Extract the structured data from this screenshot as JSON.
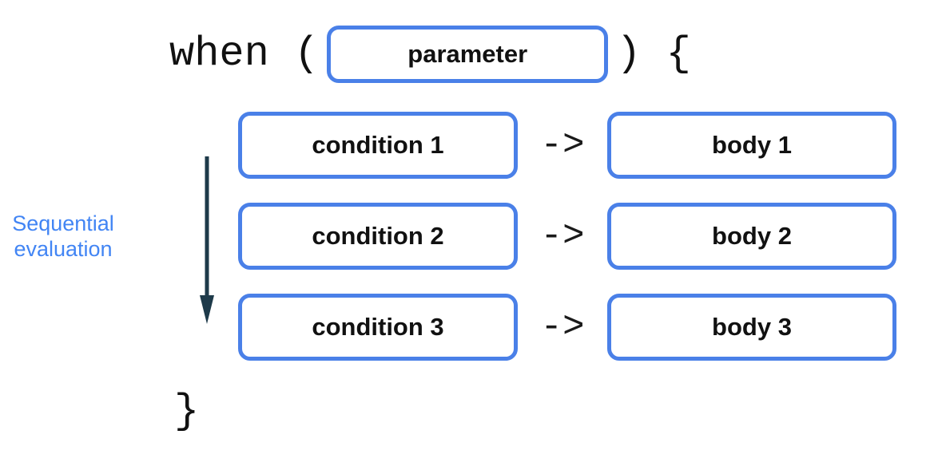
{
  "code": {
    "when_open": "when (",
    "close_paren_open_brace": ") {",
    "closing_brace": "}"
  },
  "parameter_label": "parameter",
  "sequential_label": {
    "line1": "Sequential",
    "line2": "evaluation"
  },
  "rows": [
    {
      "condition": "condition 1",
      "arrow": "->",
      "body": "body 1"
    },
    {
      "condition": "condition 2",
      "arrow": "->",
      "body": "body 2"
    },
    {
      "condition": "condition 3",
      "arrow": "->",
      "body": "body 3"
    }
  ],
  "colors": {
    "box_border": "#4a80e8",
    "sequential_text": "#4285f4",
    "evaluation_arrow": "#1e3a4a",
    "code_text": "#111111"
  }
}
